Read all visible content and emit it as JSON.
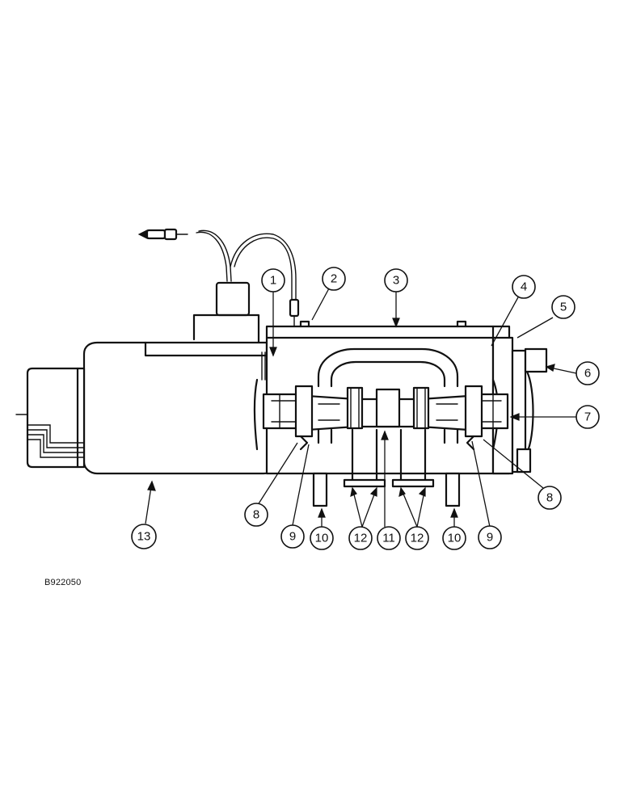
{
  "figure_id": "B922050",
  "callouts": [
    {
      "id": "c1",
      "label": "1"
    },
    {
      "id": "c2",
      "label": "2"
    },
    {
      "id": "c3",
      "label": "3"
    },
    {
      "id": "c4",
      "label": "4"
    },
    {
      "id": "c5",
      "label": "5"
    },
    {
      "id": "c6",
      "label": "6"
    },
    {
      "id": "c7",
      "label": "7"
    },
    {
      "id": "c8a",
      "label": "8"
    },
    {
      "id": "c8b",
      "label": "8"
    },
    {
      "id": "c9a",
      "label": "9"
    },
    {
      "id": "c9b",
      "label": "9"
    },
    {
      "id": "c10a",
      "label": "10"
    },
    {
      "id": "c10b",
      "label": "10"
    },
    {
      "id": "c11",
      "label": "11"
    },
    {
      "id": "c12a",
      "label": "12"
    },
    {
      "id": "c12b",
      "label": "12"
    },
    {
      "id": "c13",
      "label": "13"
    }
  ]
}
